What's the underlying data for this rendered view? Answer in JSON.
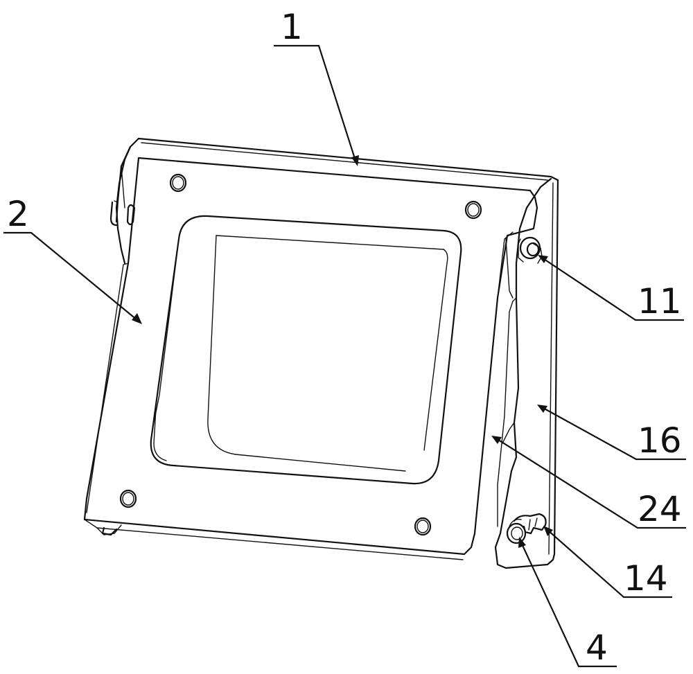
{
  "figure": {
    "background": "#ffffff",
    "line_color": "#111111",
    "callouts": [
      {
        "id": "c1",
        "label": "1"
      },
      {
        "id": "c2",
        "label": "2"
      },
      {
        "id": "c11",
        "label": "11"
      },
      {
        "id": "c16",
        "label": "16"
      },
      {
        "id": "c24",
        "label": "24"
      },
      {
        "id": "c14",
        "label": "14"
      },
      {
        "id": "c4",
        "label": "4"
      }
    ]
  }
}
